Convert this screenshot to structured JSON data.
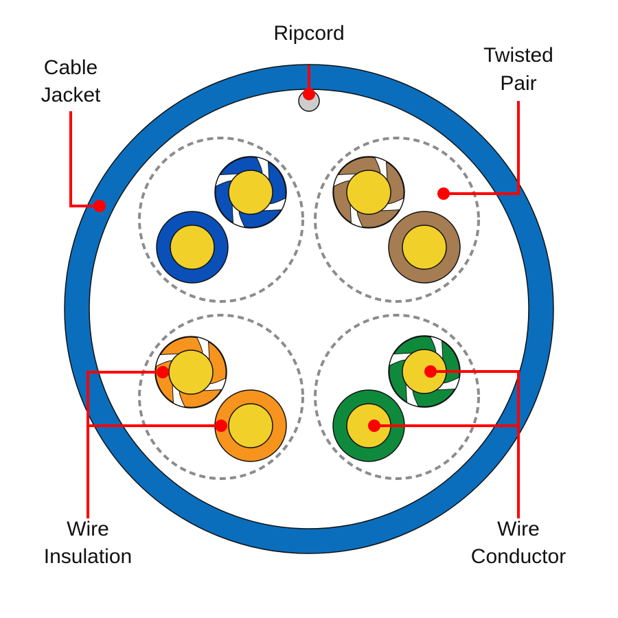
{
  "title": "Twisted pair cable cross-section",
  "colors": {
    "jacket": "#0a6ebd",
    "conductor": "#f2d02a",
    "leader": "#ff0000",
    "ripcord": "#cccccc",
    "pair_boundary": "#8c8c8c",
    "outline": "#111111"
  },
  "labels": {
    "ripcord": [
      "Ripcord"
    ],
    "cable_jacket": [
      "Cable",
      "Jacket"
    ],
    "twisted_pair": [
      "Twisted",
      "Pair"
    ],
    "wire_insulation": [
      "Wire",
      "Insulation"
    ],
    "wire_conductor": [
      "Wire",
      "Conductor"
    ]
  },
  "pairs": [
    {
      "name": "blue",
      "color": "#0a50b8"
    },
    {
      "name": "brown",
      "color": "#a67c52"
    },
    {
      "name": "orange",
      "color": "#f7941d"
    },
    {
      "name": "green",
      "color": "#0f8a3c"
    }
  ]
}
